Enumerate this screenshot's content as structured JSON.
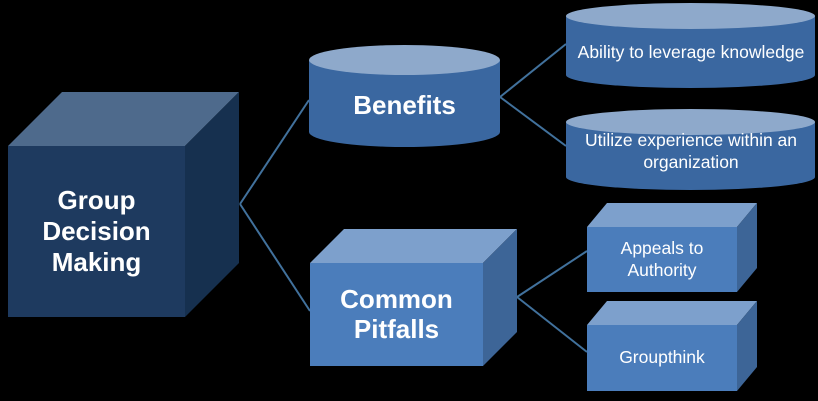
{
  "title": "Group Decision Making diagram",
  "colors": {
    "background": "#000000",
    "text": "#FFFFFF",
    "connector": "#41719C",
    "cube_front": "#1E3A5F",
    "cube_top": "#4E6A8C",
    "cube_right": "#16304F",
    "cylinder_body": "#3A67A0",
    "cylinder_top": "#8EA9CB",
    "box_front": "#4B7DBB",
    "box_top": "#7DA0CC",
    "box_right": "#3D6597"
  },
  "root": {
    "label": "Group Decision Making",
    "shape": "cube"
  },
  "branches": [
    {
      "label": "Benefits",
      "shape": "cylinder",
      "children": [
        {
          "label": "Ability to leverage knowledge",
          "shape": "cylinder"
        },
        {
          "label": "Utilize experience within an organization",
          "shape": "cylinder"
        }
      ]
    },
    {
      "label": "Common Pitfalls",
      "shape": "box",
      "children": [
        {
          "label": "Appeals to Authority",
          "shape": "box"
        },
        {
          "label": "Groupthink",
          "shape": "box"
        }
      ]
    }
  ]
}
